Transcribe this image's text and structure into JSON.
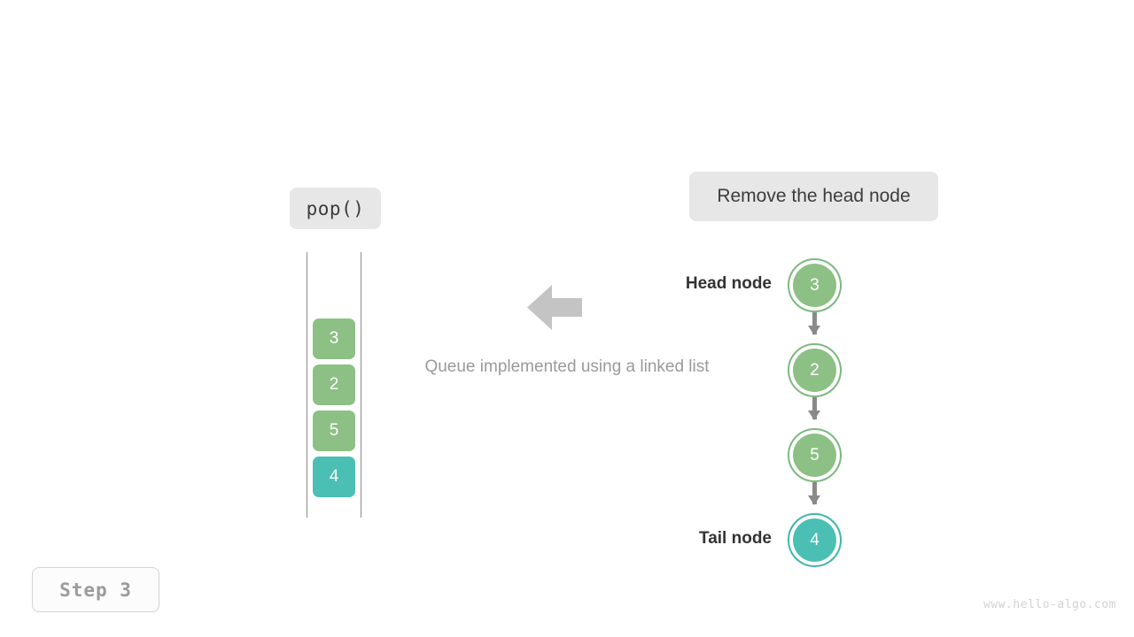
{
  "operation_badge": {
    "label": "pop()"
  },
  "action_badge": {
    "label": "Remove the head node"
  },
  "caption": {
    "text": "Queue implemented using a linked list"
  },
  "step_badge": {
    "label": "Step 3"
  },
  "watermark": {
    "text": "www.hello-algo.com"
  },
  "colors": {
    "green_fill": "#8CC084",
    "green_ring": "#7CB97F",
    "teal_fill": "#4BBFB4",
    "teal_ring": "#3FB5AD",
    "badge_bg": "#E7E7E7",
    "arrow_gray": "#C4C4C4",
    "link_gray": "#8A8A8A",
    "caption_gray": "#9A9A9A"
  },
  "queue": {
    "items": [
      {
        "value": "3",
        "color": "green"
      },
      {
        "value": "2",
        "color": "green"
      },
      {
        "value": "5",
        "color": "green"
      },
      {
        "value": "4",
        "color": "teal"
      }
    ]
  },
  "linked_list": {
    "head_label": "Head node",
    "tail_label": "Tail node",
    "nodes": [
      {
        "value": "3",
        "color": "green"
      },
      {
        "value": "2",
        "color": "green"
      },
      {
        "value": "5",
        "color": "green"
      },
      {
        "value": "4",
        "color": "teal"
      }
    ]
  },
  "icons": {
    "flow_arrow": "arrow-left-icon"
  }
}
